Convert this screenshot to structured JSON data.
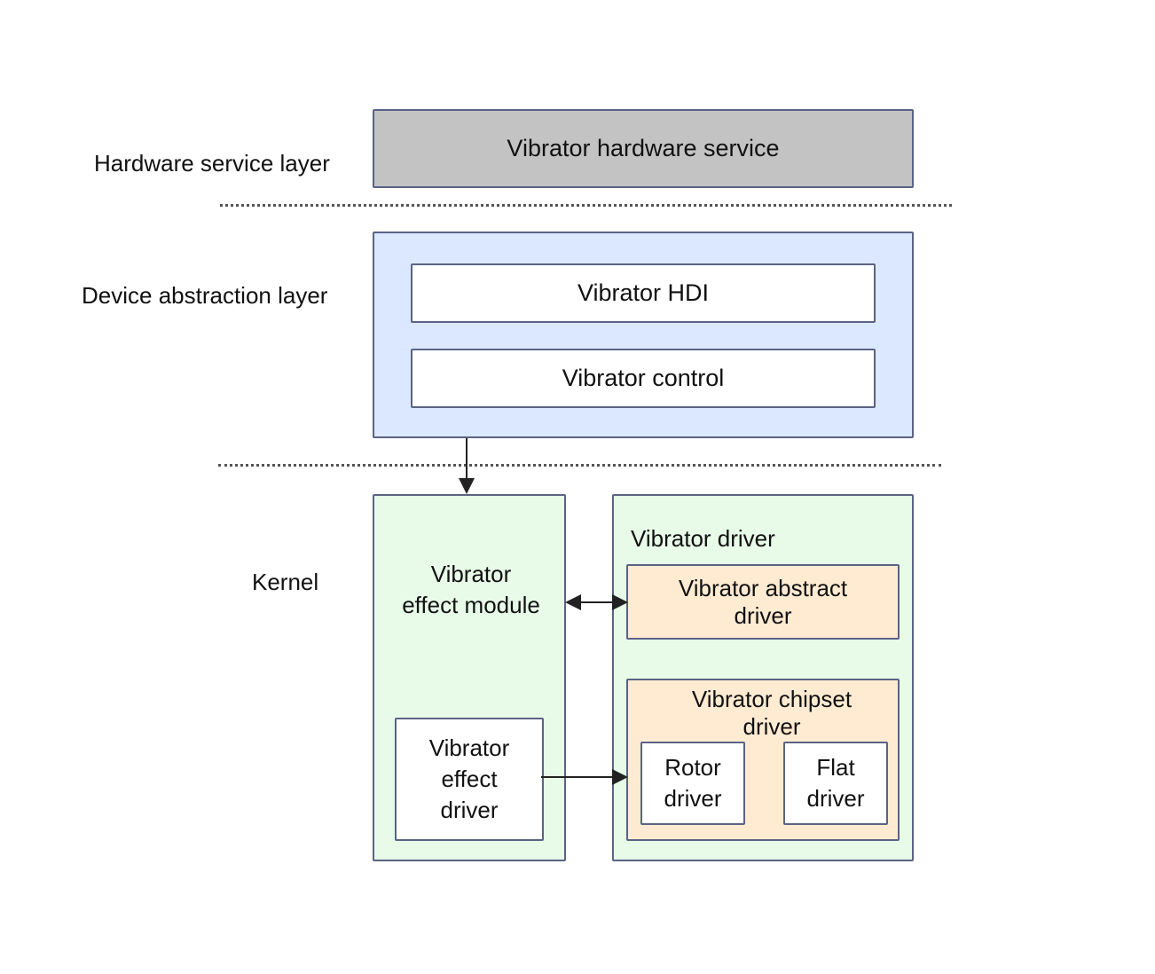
{
  "colors": {
    "hardware_service_fill": "#c3c3c3",
    "device_abstraction_fill": "#dce8ff",
    "kernel_fill": "#e8fbe8",
    "driver_fill": "#ffebd2",
    "inner_fill": "#ffffff",
    "border": "#5a6385",
    "arrow": "#222222"
  },
  "layers": {
    "hardware_service": "Hardware service layer",
    "device_abstraction": "Device abstraction layer",
    "kernel": "Kernel"
  },
  "hardware_service_layer": {
    "vibrator_hardware_service": "Vibrator hardware service"
  },
  "device_abstraction_layer": {
    "vibrator_hdi": "Vibrator HDI",
    "vibrator_control": "Vibrator control"
  },
  "kernel": {
    "effect_module": {
      "title_line1": "Vibrator",
      "title_line2": "effect module",
      "effect_driver": [
        "Vibrator",
        "effect",
        "driver"
      ]
    },
    "vibrator_driver": {
      "title": "Vibrator driver",
      "abstract_driver": [
        "Vibrator abstract",
        "driver"
      ],
      "chipset_driver": {
        "title": [
          "Vibrator chipset",
          "driver"
        ],
        "rotor_driver": [
          "Rotor",
          "driver"
        ],
        "flat_driver": [
          "Flat",
          "driver"
        ]
      }
    }
  },
  "connections": [
    {
      "from": "device-abstraction-layer",
      "to": "vibrator-effect-module",
      "type": "one-way"
    },
    {
      "from": "vibrator-effect-module",
      "to": "vibrator-abstract-driver",
      "type": "two-way"
    },
    {
      "from": "vibrator-effect-driver",
      "to": "vibrator-chipset-driver",
      "type": "one-way"
    }
  ]
}
